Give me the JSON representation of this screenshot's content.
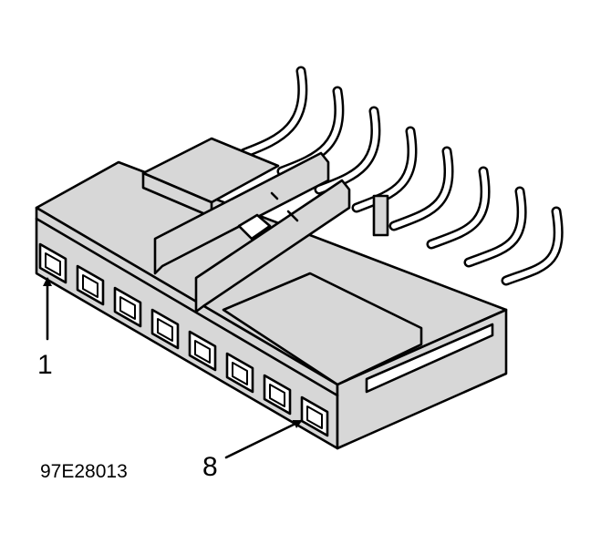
{
  "labels": {
    "pin_first": "1",
    "pin_last": "8",
    "figure_code": "97E28013"
  },
  "colors": {
    "body_fill": "#d7d7d7",
    "line": "#000000",
    "background": "#ffffff"
  },
  "connector": {
    "cavity_count": 8,
    "wire_count": 8
  }
}
